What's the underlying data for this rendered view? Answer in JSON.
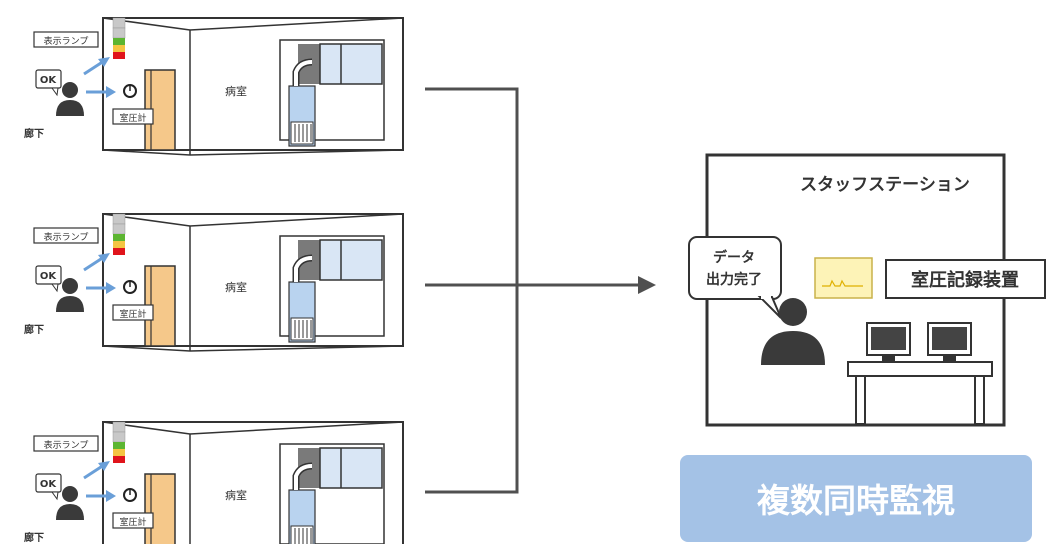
{
  "rooms": [
    {
      "lamp_label": "表示ランプ",
      "ok_label": "OK",
      "gauge_label": "室圧計",
      "room_label": "病室",
      "corridor_label": "廊下"
    },
    {
      "lamp_label": "表示ランプ",
      "ok_label": "OK",
      "gauge_label": "室圧計",
      "room_label": "病室",
      "corridor_label": "廊下"
    },
    {
      "lamp_label": "表示ランプ",
      "ok_label": "OK",
      "gauge_label": "室圧計",
      "room_label": "病室",
      "corridor_label": "廊下"
    }
  ],
  "staff_station": {
    "title": "スタッフステーション",
    "bubble_line1": "データ",
    "bubble_line2": "出力完了",
    "recorder_label": "室圧記録装置"
  },
  "badge": {
    "label": "複数同時監視"
  },
  "colors": {
    "lamp_green": "#5cb531",
    "lamp_yellow": "#f4c542",
    "lamp_red": "#e0141b",
    "lamp_gray": "#c8c8c8",
    "door": "#f5c88a",
    "wall_dark": "#777777",
    "window": "#d9e6f5",
    "equipment": "#b9d3ef",
    "arrow_blue": "#6a9fd8",
    "connector": "#505050",
    "badge_bg": "#a4c2e6",
    "person": "#3a3a3a"
  }
}
